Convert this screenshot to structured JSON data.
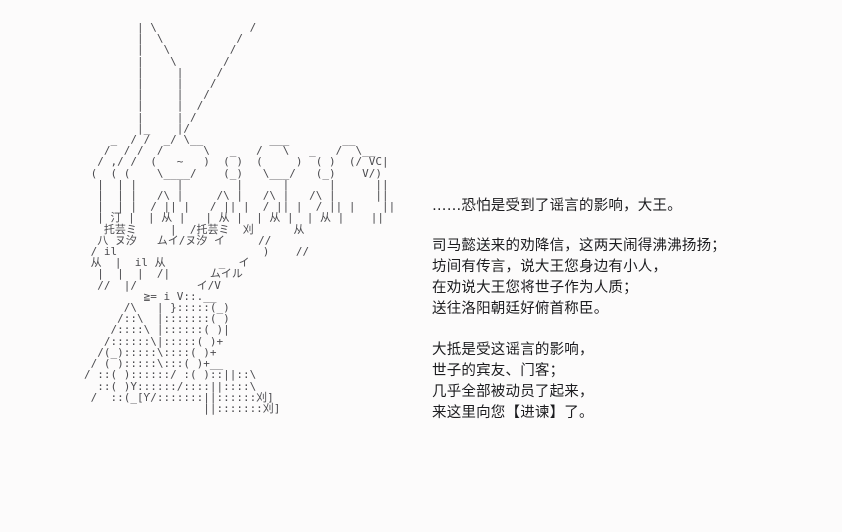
{
  "scene": {
    "type": "ascii-art-story-panel",
    "background_color": "#fcfbfb",
    "art_color": "#4a4a4e",
    "text_color": "#1c1c1f"
  },
  "art": {
    "name": "character-ascii-art",
    "description": "Shift-JIS style ASCII art of a seated figure",
    "lines": [
      "        | \\              /",
      "        |  \\           /",
      "        |   \\         /",
      "        |    \\       /",
      "        |     |     /",
      "        |     |    /",
      "        |     |   /",
      "        |     |  /",
      "        |     | /",
      "        |_    |/",
      "    _  / /  _/ \\__          ___        __",
      "   /  / /  /      \\   _   /   \\   _   /  \\__",
      "  / ,/ /  (   ~   )  ( )  (     )  ( )  (/ VC|",
      " (  ( (    \\____/    (_)   \\___/   (_)    V/)",
      "  |  | |      |        |      |      |      ||",
      "  |  | |   /\\ |     /\\ |   /\\ |   /\\ |      ||",
      "  |  | |  / || |   / || |  / || |  / || |    ||",
      "  | 汀 |  | 从 |   | 从 |  | 从 |  | 从 |    ||",
      "   托芸ミ     |  /托芸ミ  刈      从",
      "  八 ヌ汐   ムイ/ヌ汐 イ     //",
      " / il                      )    //",
      " 从  |  il 从        _  イ",
      "  |  |  |  /|      ムイル",
      "  //  |/         イ/V",
      "         ≧= i V::.__",
      "      /\\   | }:::::(_)",
      "     /::\\  |:::::::( )",
      "    /::::\\ |::::::( )|",
      "   /::::::\\|:::::( )+",
      "  /(_):::::\\::::( )+",
      " / ( ):::::\\:::( )+__",
      "/ ::( )::::::/ :( )::||::\\",
      "  ::( )Y::::::/::::||::::\\",
      " /  ::(_[Ƴ/:::::::||::::::刈]",
      "                  ||:::::::刈]"
    ]
  },
  "dialogue": {
    "name": "story-dialogue",
    "paragraphs": [
      {
        "id": "p1",
        "lines": [
          "……恐怕是受到了谣言的影响，大王。"
        ]
      },
      {
        "id": "p2",
        "lines": [
          "司马懿送来的劝降信，这两天闹得沸沸扬扬；",
          "坊间有传言，说大王您身边有小人，",
          "在劝说大王您将世子作为人质；",
          "送往洛阳朝廷好俯首称臣。"
        ]
      },
      {
        "id": "p3",
        "lines": [
          "大抵是受这谣言的影响，",
          "世子的宾友、门客；",
          "几乎全部被动员了起来，",
          "来这里向您【进谏】了。"
        ]
      }
    ]
  }
}
